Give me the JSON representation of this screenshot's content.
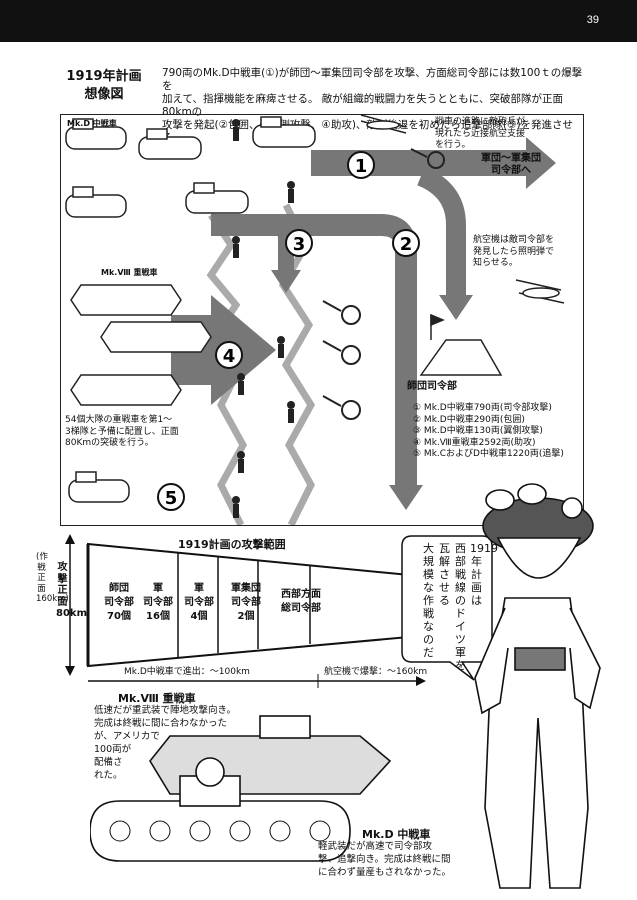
{
  "page_number": "39",
  "plan": {
    "title_line1": "1919年計画",
    "title_line2": "想像図",
    "intro": [
      "790両のMk.D中戦車(①)が師団〜軍集団司令部を攻撃、方面総司令部には数100ｔの爆撃を",
      "加えて、指揮機能を麻痺させる。 敵が組織的戦闘力を失うとともに、突破部隊が正面80kmの",
      "攻撃を発起(②包囲、③翼側攻撃、④助攻)、敵が後退を初めたら追撃部隊(⑤)を発進させる。"
    ]
  },
  "map": {
    "mkd_label": "Mk.D 中戦車",
    "mk8_label": "Mk.Ⅷ 重戦車",
    "cavalry_note": [
      "戦車の進路に敵砲兵が",
      "現れたら近接航空支援",
      "を行う。"
    ],
    "hq_target": [
      "軍団〜軍集団",
      "司令部へ"
    ],
    "aircraft_note": [
      "航空機は敵司令部を",
      "発見したら照明弾で",
      "知らせる。"
    ],
    "hq_label": "師団司令部",
    "heavy_note": [
      "54個大隊の重戦車を第1〜",
      "3梯隊と予備に配置し、正面",
      "80Kmの突破を行う。"
    ],
    "arrow_numbers": [
      "1",
      "2",
      "3",
      "4",
      "5"
    ],
    "legend": [
      "① Mk.D中戦車790両(司令部攻撃)",
      "② Mk.D中戦車290両(包囲)",
      "③ Mk.D中戦車130両(翼側攻撃)",
      "④ Mk.Ⅷ重戦車2592両(助攻)",
      "⑤ Mk.CおよびD中戦車1220両(追撃)"
    ]
  },
  "range": {
    "title": "1919計画の攻撃範囲",
    "vertical_label": "攻撃正面80km",
    "vertical_sub": "(作戦正面160km)",
    "cells": [
      [
        "師団",
        "司令部",
        "70個"
      ],
      [
        "軍",
        "司令部",
        "16個"
      ],
      [
        "軍",
        "司令部",
        "4個"
      ],
      [
        "軍集団",
        "司令部",
        "2個"
      ],
      [
        "西部方面",
        "総司令部"
      ]
    ],
    "scale_tank": "Mk.D中戦車で進出：〜100km",
    "scale_air": "航空機で爆撃：〜160km"
  },
  "speech_bubble": [
    "1919年計画は",
    "西部戦線のドイツ軍を",
    "瓦解させる",
    "大規模な作戦なのだ"
  ],
  "mk8_desc": {
    "title": "Mk.Ⅷ 重戦車",
    "lines": [
      "低速だが重武装で陣地攻撃向き。",
      "完成は終戦に間に合わなかった",
      "が、アメリカで",
      "100両が",
      "配備さ",
      "れた。"
    ]
  },
  "mkd_desc": {
    "title": "Mk.D 中戦車",
    "lines": [
      "軽武装だが高速で司令部攻",
      "撃、追撃向き。完成は終戦に間",
      "に合わず量産もされなかった。"
    ]
  }
}
